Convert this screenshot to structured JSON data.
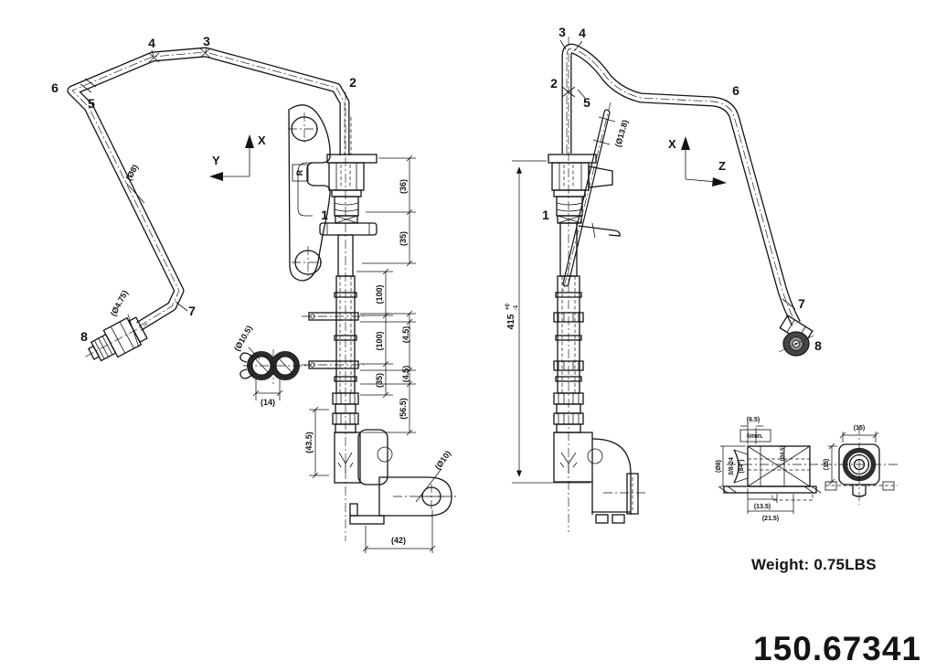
{
  "part_number": "150.67341",
  "weight": "Weight: 0.75LBS",
  "left_view": {
    "callouts": {
      "c1": "1",
      "c2": "2",
      "c3": "3",
      "c4": "4",
      "c5": "5",
      "c6": "6",
      "c7": "7",
      "c8": "8"
    },
    "axis": {
      "x": "X",
      "y": "Y"
    },
    "orientation_label": "R",
    "dims": {
      "tube_dia": "(Ø8)",
      "end_dia": "(Ø4.75)",
      "d36": "(36)",
      "d35_upper": "(35)",
      "d100_upper": "(100)",
      "d100_lower": "(100)",
      "d35_lower": "(35)",
      "d45_upper": "(4.5)",
      "d45_lower": "(4.5)",
      "d565": "(56.5)",
      "d435": "(43.5)",
      "d42": "(42)",
      "bracket_hole_dia": "(Ø10)"
    },
    "clip_detail": {
      "dia": "(Ø10.5)",
      "width": "(14)"
    }
  },
  "right_view": {
    "callouts": {
      "c1": "1",
      "c2": "2",
      "c3": "3",
      "c4": "4",
      "c5": "5",
      "c6": "6",
      "c7": "7",
      "c8": "8"
    },
    "axis": {
      "x": "X",
      "z": "Z"
    },
    "dims": {
      "strut_dia": "(Ø13.8)",
      "overall": "415",
      "tol_plus": "+0",
      "tol_minus": "-1"
    }
  },
  "detail_views": {
    "fitting": {
      "d65": "(6.5)",
      "thread_min": "6min.",
      "dia8": "(Ø8)",
      "thread": "3/8-24",
      "angle": "(84°)",
      "bore": "(Ø4.5)",
      "d135": "(13.5)",
      "d215": "(21.5)"
    },
    "end": {
      "width": "(15)",
      "height": "(15)"
    }
  }
}
